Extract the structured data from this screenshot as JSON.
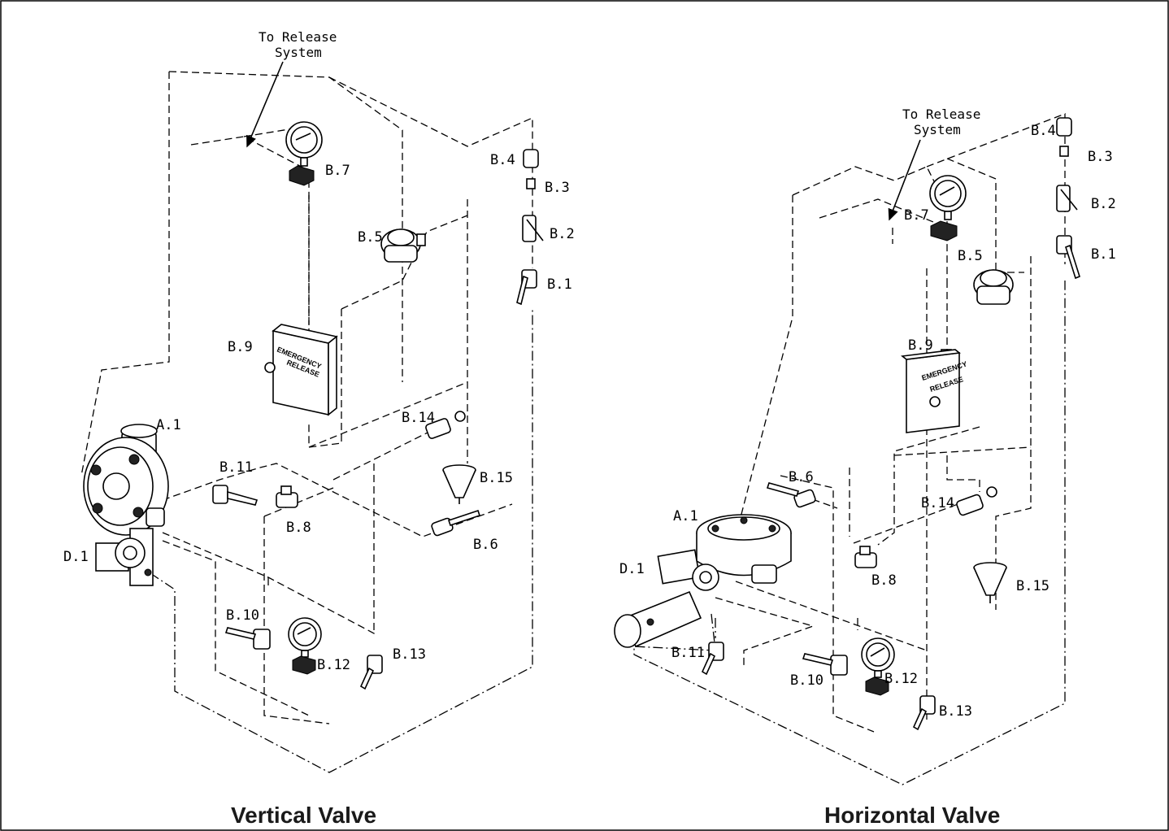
{
  "captions": {
    "vertical": "Vertical Valve",
    "horizontal": "Horizontal Valve"
  },
  "vertical": {
    "release_note": [
      "To Release",
      "System"
    ],
    "box_text": [
      "EMERGENCY",
      "RELEASE"
    ],
    "labels": {
      "A1": "A.1",
      "B1": "B.1",
      "B2": "B.2",
      "B3": "B.3",
      "B4": "B.4",
      "B5": "B.5",
      "B6": "B.6",
      "B7": "B.7",
      "B8": "B.8",
      "B9": "B.9",
      "B10": "B.10",
      "B11": "B.11",
      "B12": "B.12",
      "B13": "B.13",
      "B14": "B.14",
      "B15": "B.15",
      "D1": "D.1"
    }
  },
  "horizontal": {
    "release_note": [
      "To Release",
      "System"
    ],
    "box_text": [
      "EMERGENCY",
      "RELEASE"
    ],
    "labels": {
      "A1": "A.1",
      "B1": "B.1",
      "B2": "B.2",
      "B3": "B.3",
      "B4": "B.4",
      "B5": "B.5",
      "B6": "B.6",
      "B7": "B.7",
      "B8": "B.8",
      "B9": "B.9",
      "B10": "B.10",
      "B11": "B.11",
      "B12": "B.12",
      "B13": "B.13",
      "B14": "B.14",
      "B15": "B.15",
      "D1": "D.1"
    }
  }
}
